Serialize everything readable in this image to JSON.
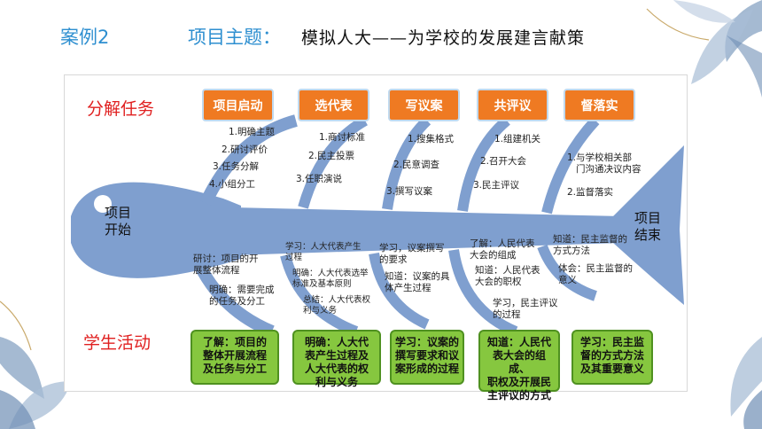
{
  "header": {
    "case": "案例2",
    "theme_label": "项目主题：",
    "theme_text": "模拟人大——为学校的发展建言献策"
  },
  "labels": {
    "tasks": "分解任务",
    "activities": "学生活动"
  },
  "fish": {
    "start": [
      "项目",
      "开始"
    ],
    "end": [
      "项目",
      "结束"
    ]
  },
  "stages": [
    "项目启动",
    "选代表",
    "写议案",
    "共评议",
    "督落实"
  ],
  "upper": [
    [
      "1.明确主题",
      "2.研讨评价",
      "3.任务分解",
      "4.小组分工"
    ],
    [
      "1.商讨标准",
      "2.民主投票",
      "3.任职演说"
    ],
    [
      "1.搜集格式",
      "2.民意调查",
      "3.撰写议案"
    ],
    [
      "1.组建机关",
      "2.召开大会",
      "3.民主评议"
    ],
    [
      "1.与学校相关部",
      "门沟通决议内容",
      "2.监督落实"
    ]
  ],
  "lower": [
    [
      "研讨：项目的开",
      "展整体流程",
      "明确：需要完成",
      "的任务及分工"
    ],
    [
      "学习：人大代表产生",
      "过程",
      "明确：人大代表选举",
      "标准及基本原则",
      "总结：人大代表权",
      "利与义务"
    ],
    [
      "学习，议案撰写",
      "的要求",
      "知道：议案的具",
      "体产生过程"
    ],
    [
      "了解：人民代表",
      "大会的组成",
      "知道：人民代表",
      "大会的职权",
      "学习，民主评议",
      "的过程"
    ],
    [
      "知道：民主监督的",
      "方式方法",
      "体会：民主监督的",
      "意义"
    ]
  ],
  "activities": [
    [
      "了解：项目的",
      "整体开展流程",
      "及任务与分工"
    ],
    [
      "明确：人大代",
      "表产生过程及",
      "人大代表的权",
      "利与义务"
    ],
    [
      "学习：议案的",
      "撰写要求和议",
      "案形成的过程"
    ],
    [
      "知道：人民代",
      "表大会的组成、",
      "职权及开展民",
      "主评议的方式"
    ],
    [
      "学习：民主监",
      "督的方式方法",
      "及其重要意义"
    ]
  ],
  "colors": {
    "accent_blue": "#2e8fd0",
    "fish_blue": "#7f9fcf",
    "stage_orange": "#ef7a22",
    "activity_green": "#86c73f",
    "label_red": "#e02020"
  }
}
